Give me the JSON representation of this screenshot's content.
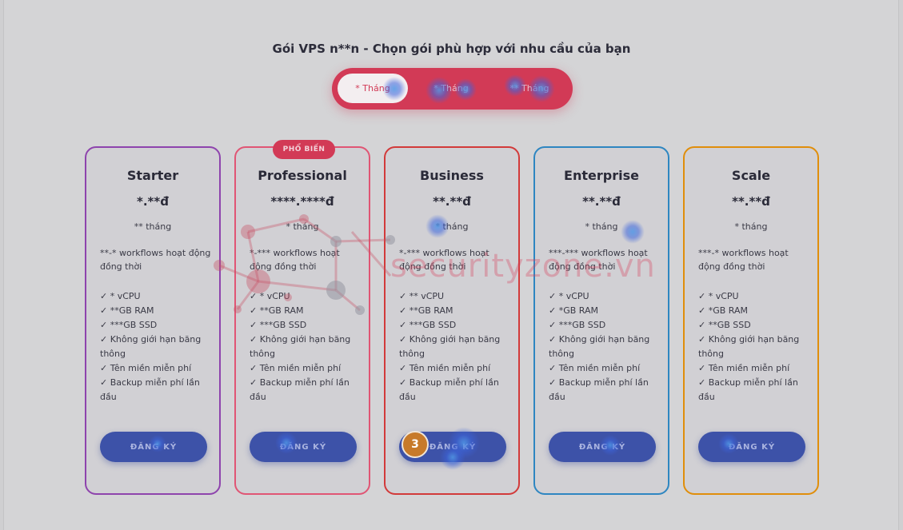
{
  "page": {
    "title": "Gói VPS n**n - Chọn gói phù hợp với nhu cầu của bạn"
  },
  "period_toggle": {
    "options": [
      "* Tháng",
      "* Tháng",
      "** Tháng"
    ],
    "active_index": 0
  },
  "plans": [
    {
      "name": "Starter",
      "price": "*.**đ",
      "period": "** tháng",
      "description": "**-* workflows hoạt động đồng thời",
      "badge": "",
      "features": [
        "✓ * vCPU",
        "✓ **GB RAM",
        "✓ ***GB SSD",
        "✓ Không giới hạn băng thông",
        "✓ Tên miền miễn phí",
        "✓ Backup miễn phí lần đầu"
      ],
      "button_label": "ĐĂNG KÝ",
      "border_color": "#8e44ad"
    },
    {
      "name": "Professional",
      "price": "****.****đ",
      "period": "* tháng",
      "description": "*-*** workflows hoạt động đồng thời",
      "badge": "PHỔ BIẾN",
      "features": [
        "✓ * vCPU",
        "✓ **GB RAM",
        "✓ ***GB SSD",
        "✓ Không giới hạn băng thông",
        "✓ Tên miền miễn phí",
        "✓ Backup miễn phí lần đầu"
      ],
      "button_label": "ĐĂNG KÝ",
      "border_color": "#e05574"
    },
    {
      "name": "Business",
      "price": "**.**đ",
      "period": "* tháng",
      "description": "*-*** workflows hoạt động đồng thời",
      "badge": "",
      "features": [
        "✓ ** vCPU",
        "✓ **GB RAM",
        "✓ ***GB SSD",
        "✓ Không giới hạn băng thông",
        "✓ Tên miền miễn phí",
        "✓ Backup miễn phí lần đầu"
      ],
      "button_label": "ĐĂNG KÝ",
      "border_color": "#d23a3a"
    },
    {
      "name": "Enterprise",
      "price": "**.**đ",
      "period": "* tháng",
      "description": "***-*** workflows hoạt động đồng thời",
      "badge": "",
      "features": [
        "✓ * vCPU",
        "✓ *GB RAM",
        "✓ ***GB SSD",
        "✓ Không giới hạn băng thông",
        "✓ Tên miền miễn phí",
        "✓ Backup miễn phí lần đầu"
      ],
      "button_label": "ĐĂNG KÝ",
      "border_color": "#2e86c1"
    },
    {
      "name": "Scale",
      "price": "**.**đ",
      "period": "* tháng",
      "description": "***-* workflows hoạt động đồng thời",
      "badge": "",
      "features": [
        "✓ * vCPU",
        "✓ *GB RAM",
        "✓ **GB SSD",
        "✓ Không giới hạn băng thông",
        "✓ Tên miền miễn phí",
        "✓ Backup miễn phí lần đầu"
      ],
      "button_label": "ĐĂNG KÝ",
      "border_color": "#e08e0b"
    }
  ],
  "step_marker": "3",
  "watermark": {
    "text": "securityzone.vn"
  }
}
